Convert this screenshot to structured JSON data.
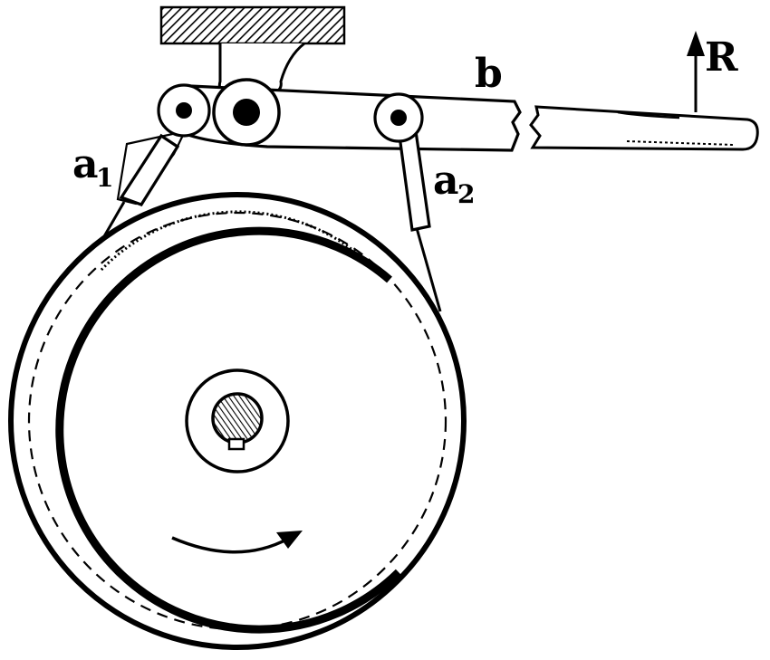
{
  "labels": {
    "a1": {
      "main": "a",
      "sub": "1"
    },
    "a2": {
      "main": "a",
      "sub": "2"
    },
    "b": "b",
    "R": "R"
  },
  "colors": {
    "ink": "#000000",
    "paper": "#ffffff"
  }
}
